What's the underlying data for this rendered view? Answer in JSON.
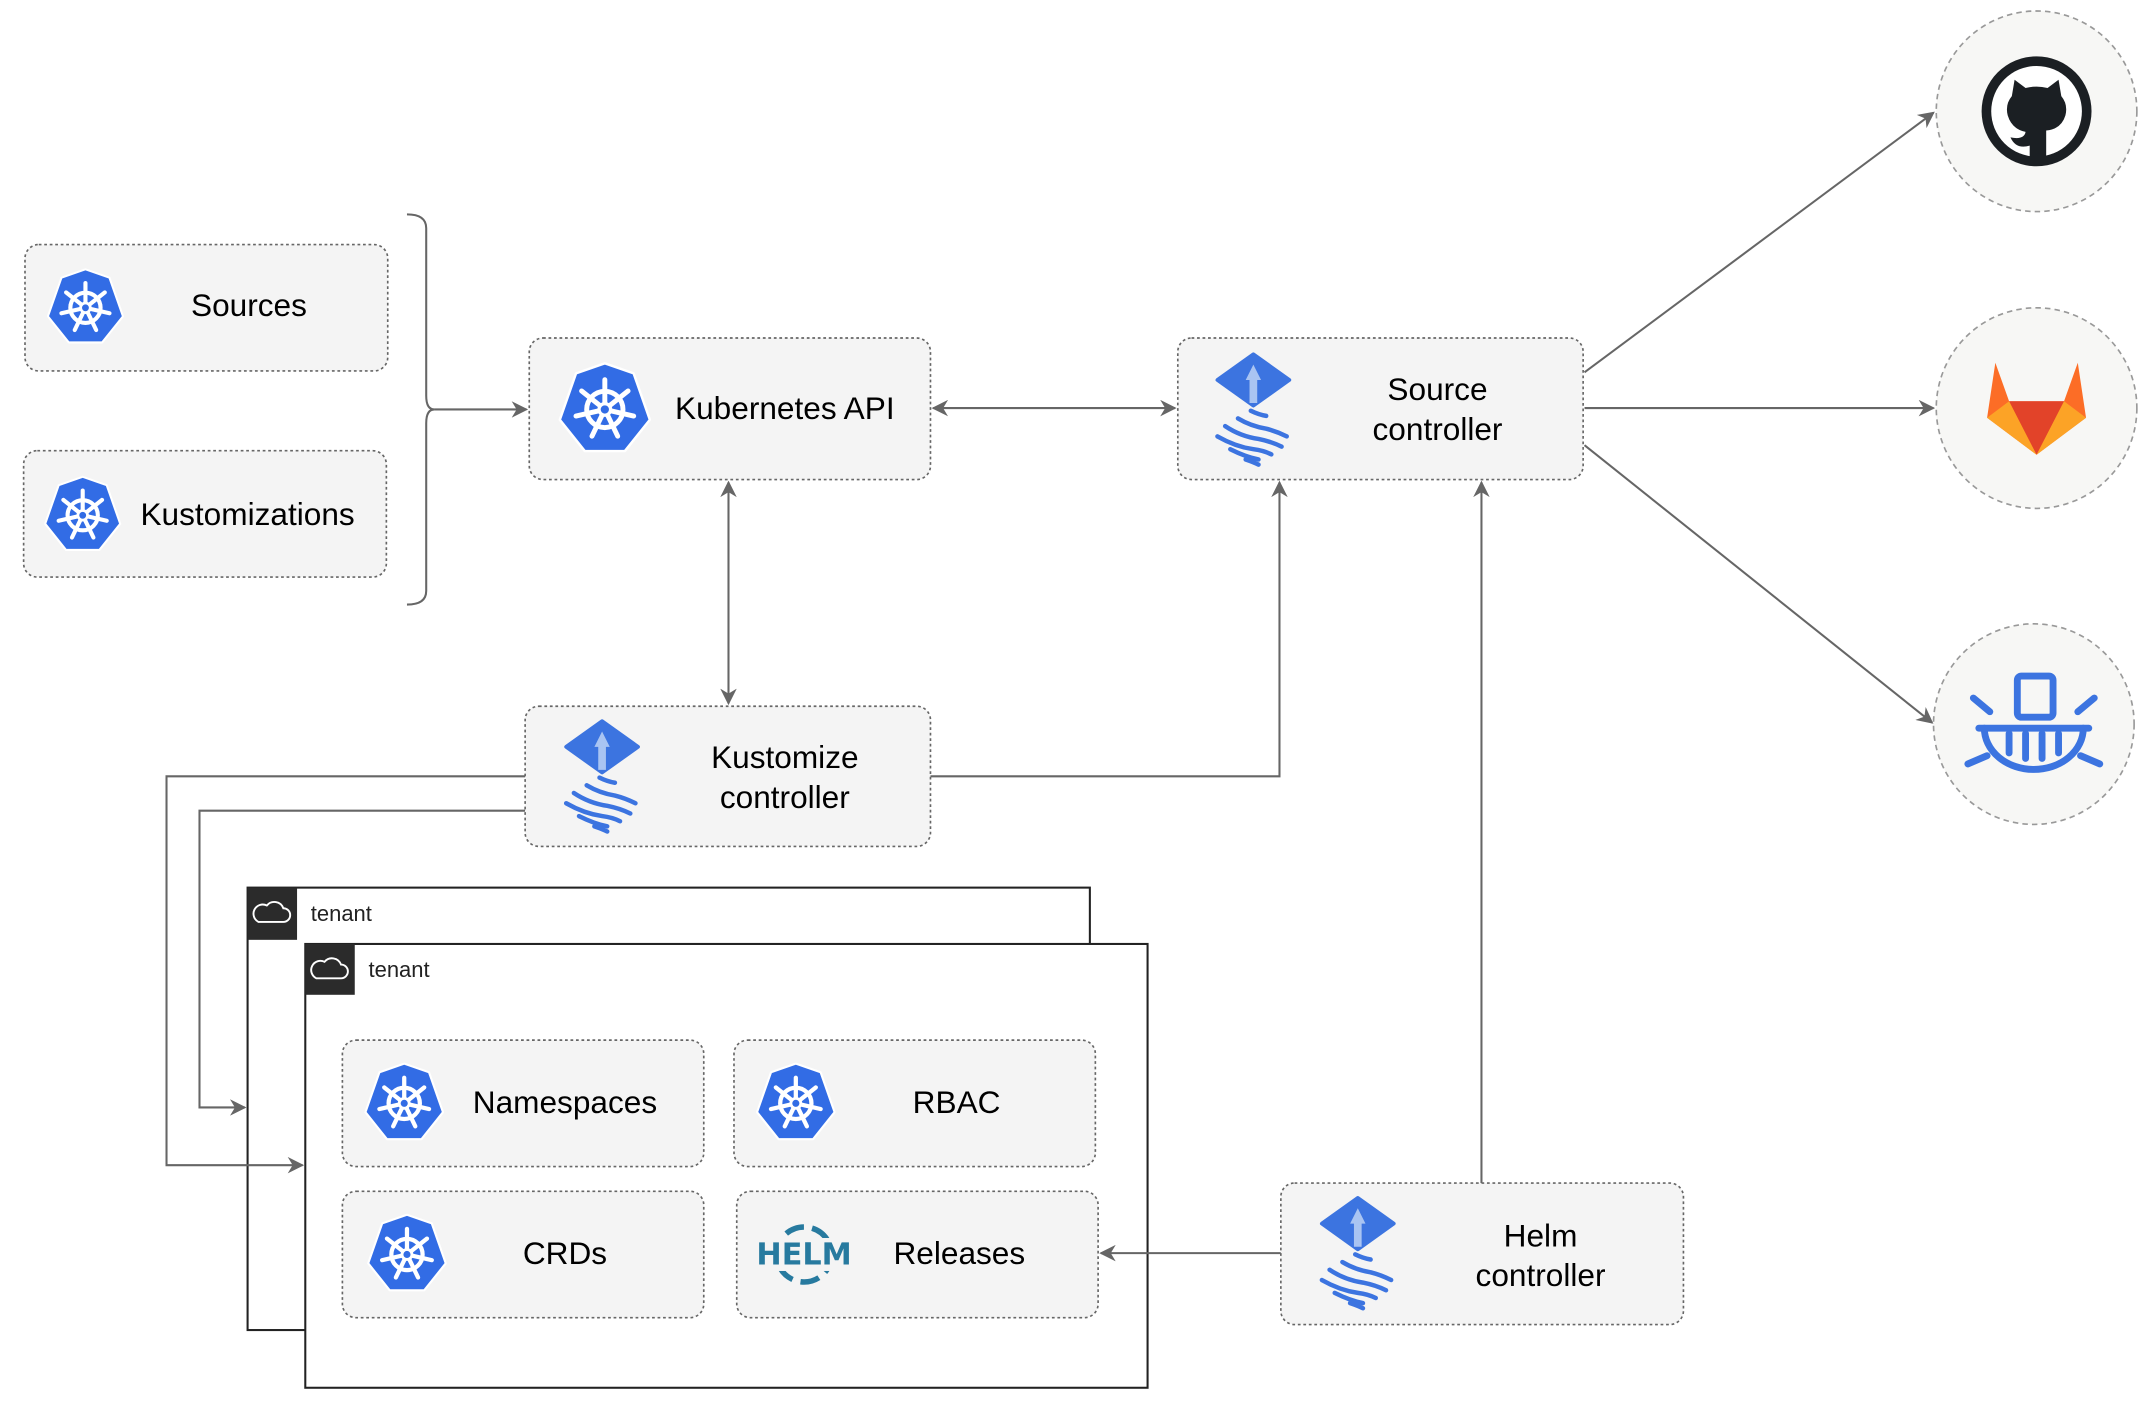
{
  "nodes": {
    "sources": "Sources",
    "kustomizations": "Kustomizations",
    "kubernetes_api": "Kubernetes API",
    "source_controller": [
      "Source",
      "controller"
    ],
    "kustomize_controller": [
      "Kustomize",
      "controller"
    ],
    "helm_controller": [
      "Helm",
      "controller"
    ],
    "namespaces": "Namespaces",
    "rbac": "RBAC",
    "crds": "CRDs",
    "releases": "Releases",
    "helm_logo": "HELM"
  },
  "tenants": [
    "tenant",
    "tenant"
  ],
  "external_sources": [
    "github-icon",
    "gitlab-icon",
    "harbor-icon"
  ],
  "colors": {
    "kubernetes_blue": "#326ce5",
    "flux_blue": "#3c74e0",
    "helm_blue": "#277a9f",
    "gitlab_orange": "#fc6d26"
  }
}
